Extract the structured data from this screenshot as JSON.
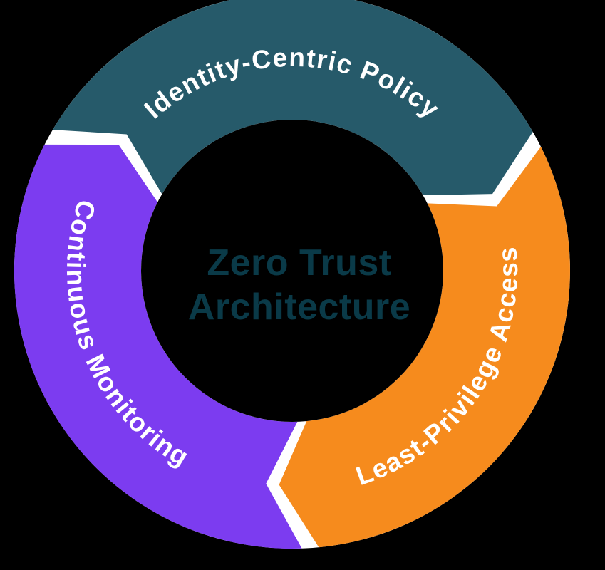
{
  "diagram": {
    "title": "Zero Trust ring diagram",
    "center": {
      "line1": "Zero Trust",
      "line2": "Architecture"
    },
    "segments": [
      {
        "id": "identity-centric-policy",
        "label": "Identity-Centric Policy",
        "color": "#265a6a"
      },
      {
        "id": "least-privilege-access",
        "label": "Least-Privilege Access",
        "color": "#f68b1d"
      },
      {
        "id": "continuous-monitoring",
        "label": "Continuous Monitoring",
        "color": "#7c3cf0"
      }
    ],
    "colors": {
      "background": "#000000",
      "gap": "#ffffff",
      "label_text": "#ffffff",
      "center_text": "#0a3a48"
    },
    "flow": "clockwise"
  }
}
